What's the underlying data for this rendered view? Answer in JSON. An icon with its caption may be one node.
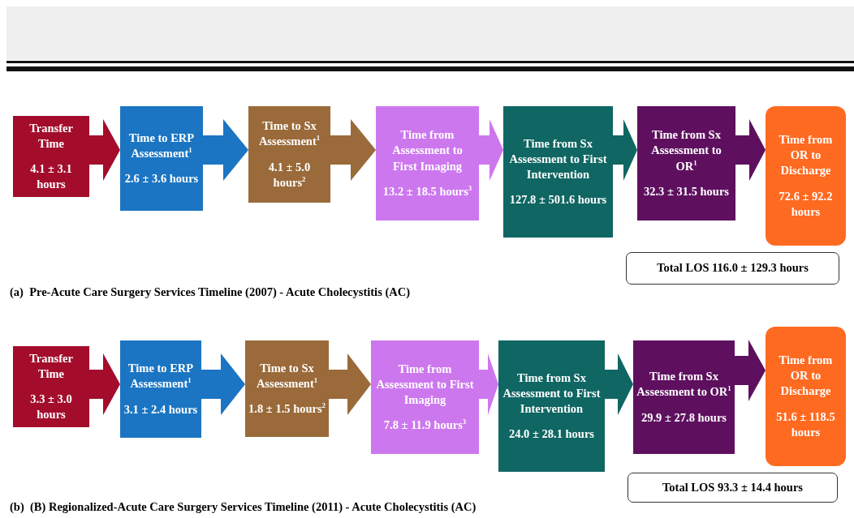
{
  "diagram": {
    "nodes": [
      {
        "text": [
          "Transfer Time",
          "4.1 ± 3.1 hours"
        ]
      },
      {
        "text": [
          "Time to ERP Assessment$^{1}$",
          "2.6 ± 3.6 hours"
        ]
      },
      {
        "text": [
          "Time to Sx Assessment$^{1}$",
          "4.1 ± 5.0 hours$^{2}$"
        ]
      },
      {
        "text": [
          "Time from Assessment to First Imaging",
          "13.2 ± 18.5 hours$^{3}$"
        ]
      },
      {
        "text": [
          "Time from Sx Assessment to First Intervention",
          "127.8 ± 501.6 hours"
        ]
      },
      {
        "text": [
          "Time from Sx Assessment to OR$^{1}$",
          "32.3 ± 31.5 hours"
        ]
      },
      {
        "text": [
          "Time from OR to Discharge",
          "72.6 ± 92.2 hours"
        ]
      },
      {
        "text": [
          "Total LOS 116.0 ± 129.3 hours"
        ]
      },
      {
        "text": [
          "Transfer Time",
          "3.3 ± 3.0 hours"
        ]
      },
      {
        "text": [
          "Time to ERP Assessment$^{1}$",
          "3.1 ± 2.4 hours"
        ]
      },
      {
        "text": [
          "Time to Sx Assessment$^{1}$",
          "1.8 ± 1.5 hours$^{2}$"
        ]
      },
      {
        "text": [
          "Time from Assessment to First Imaging",
          "7.8 ± 11.9 hours$^{3}$"
        ]
      },
      {
        "text": [
          "Time from Sx Assessment to First Intervention",
          "24.0 ± 28.1 hours"
        ]
      },
      {
        "text": [
          "Time from Sx Assessment to OR$^{1}$",
          "29.9 ± 27.8 hours"
        ]
      },
      {
        "text": [
          "Time from OR to Discharge",
          "51.6 ± 118.5 hours"
        ]
      },
      {
        "text": [
          "Total LOS 93.3 ± 14.4 hours"
        ]
      }
    ],
    "edges": [
      {
        "from": 0,
        "to": 1,
        "arrow": "to",
        "color": "#a30d2b"
      },
      {
        "from": 1,
        "to": 2,
        "arrow": "to",
        "color": "#1b75c2"
      },
      {
        "from": 2,
        "to": 3,
        "arrow": "to",
        "color": "#9a6a3a"
      },
      {
        "from": 3,
        "to": 4,
        "arrow": "to",
        "color": "#cd77ef"
      },
      {
        "from": 4,
        "to": 5,
        "arrow": "to",
        "color": "#0f6663"
      },
      {
        "from": 5,
        "to": 6,
        "arrow": "to",
        "color": "#5e105f"
      },
      {
        "from": 8,
        "to": 9,
        "arrow": "to",
        "color": "#a30d2b"
      },
      {
        "from": 9,
        "to": 10,
        "arrow": "to",
        "color": "#1b75c2"
      },
      {
        "from": 10,
        "to": 11,
        "arrow": "to",
        "color": "#9a6a3a"
      },
      {
        "from": 11,
        "to": 12,
        "arrow": "to",
        "color": "#cd77ef"
      },
      {
        "from": 12,
        "to": 13,
        "arrow": "to",
        "color": "#0f6663"
      },
      {
        "from": 13,
        "to": 14,
        "arrow": "to",
        "color": "#5e105f"
      }
    ],
    "labels": [
      "(a)  Pre-Acute Care Surgery Services Timeline (2007) - Acute Cholecystitis (AC)",
      "(b)  (B) Regionalized-Acute Care Surgery Services Timeline (2011) - Acute Cholecystitis (AC)"
    ]
  }
}
